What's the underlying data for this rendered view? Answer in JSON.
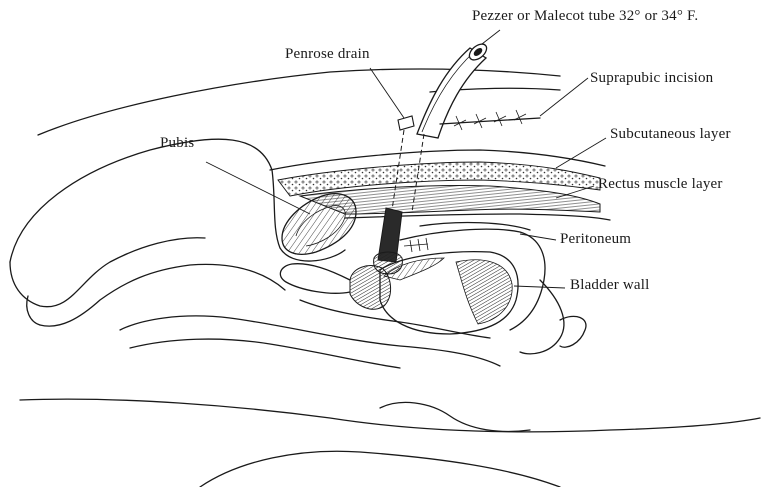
{
  "labels": {
    "tube": "Pezzer or Malecot tube 32° or 34° F.",
    "penrose": "Penrose drain",
    "incision": "Suprapubic incision",
    "subcutaneous": "Subcutaneous layer",
    "pubis": "Pubis",
    "rectus": "Rectus muscle layer",
    "peritoneum": "Peritoneum",
    "bladder": "Bladder wall"
  }
}
